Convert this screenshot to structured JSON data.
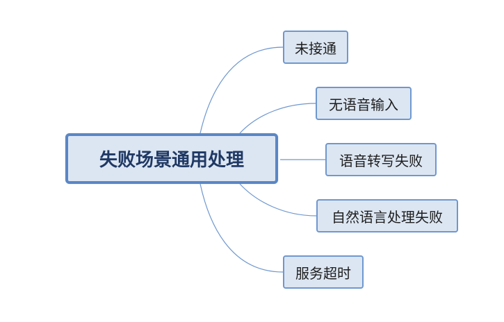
{
  "root": {
    "label": "失败场景通用处理"
  },
  "branches": [
    {
      "label": "未接通"
    },
    {
      "label": "无语音输入"
    },
    {
      "label": "语音转写失败"
    },
    {
      "label": "自然语言处理失败"
    },
    {
      "label": "服务超时"
    }
  ],
  "colors": {
    "node_fill": "#dce6f2",
    "root_border": "#5a86c5",
    "node_border": "#6e97cf",
    "connector": "#6e97cf",
    "root_text": "#1f3864"
  }
}
